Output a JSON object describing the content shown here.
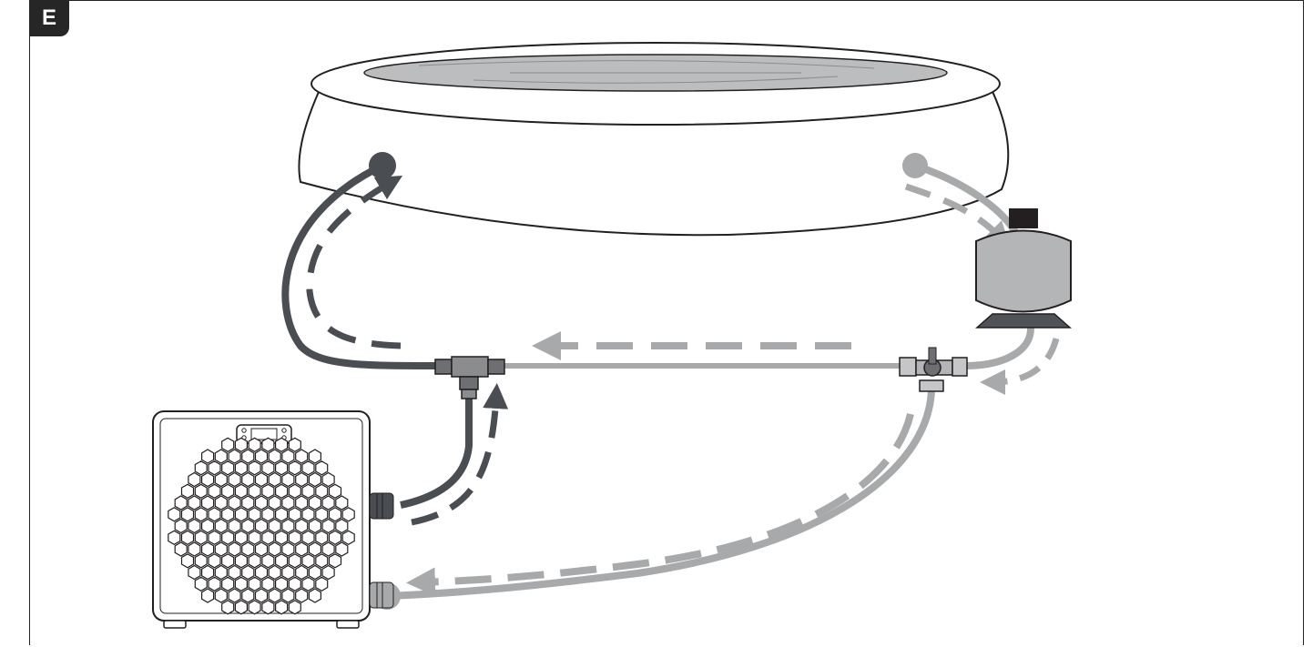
{
  "section_label": "E",
  "colors": {
    "hot_pipe": "#4a4d52",
    "cold_pipe": "#a7a9ab",
    "outline": "#231f20",
    "water": "#bcbdbf",
    "filter_body": "#b3b5b7",
    "filter_base": "#4f5257"
  },
  "components": [
    "pool",
    "filter-pump",
    "bypass-valve",
    "t-connector",
    "heat-pump"
  ]
}
